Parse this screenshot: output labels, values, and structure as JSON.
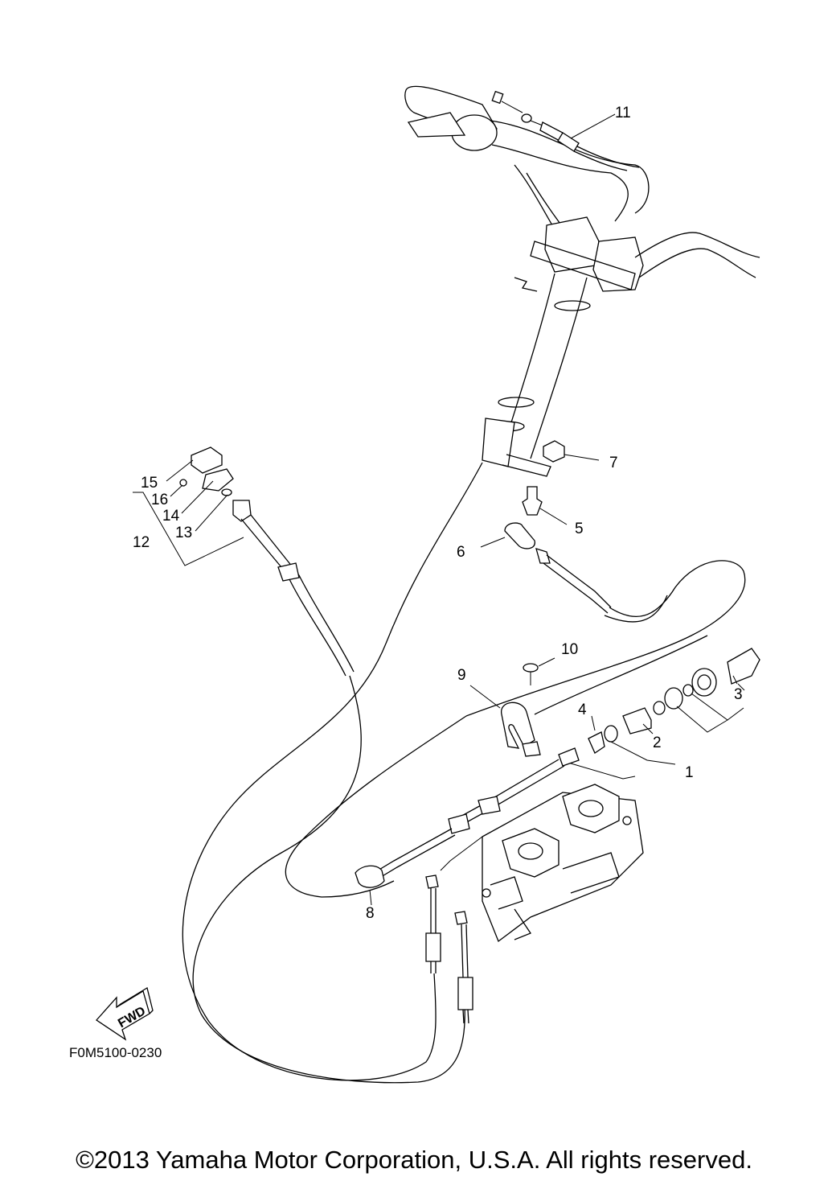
{
  "diagram": {
    "part_labels": [
      "1",
      "2",
      "3",
      "4",
      "5",
      "6",
      "7",
      "8",
      "9",
      "10",
      "11",
      "12",
      "13",
      "14",
      "15",
      "16"
    ],
    "drawing_code": "F0M5100-0230",
    "fwd_arrow_text": "FWD",
    "copyright": "©2013 Yamaha Motor Corporation, U.S.A. All rights reserved."
  }
}
